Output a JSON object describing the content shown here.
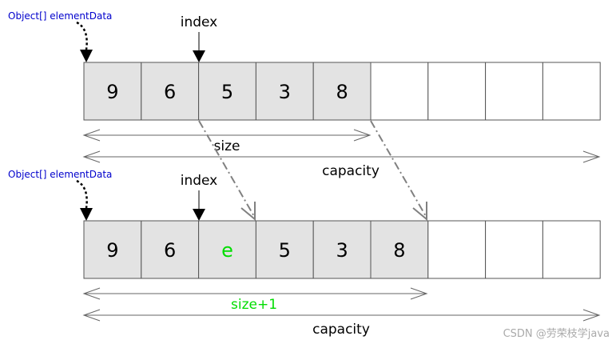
{
  "top_array": {
    "pointer_label": "Object[] elementData",
    "index_label": "index",
    "cells": [
      "9",
      "6",
      "5",
      "3",
      "8",
      "",
      "",
      "",
      ""
    ],
    "size_label": "size",
    "capacity_label": "capacity"
  },
  "bottom_array": {
    "pointer_label": "Object[] elementData",
    "index_label": "index",
    "cells": [
      "9",
      "6",
      "e",
      "5",
      "3",
      "8",
      "",
      "",
      ""
    ],
    "size_label": "size+1",
    "capacity_label": "capacity"
  },
  "watermark": "CSDN @劳荣枝学java",
  "colors": {
    "pointer_label": "#0000cc",
    "inserted_element": "#00dd00",
    "size_plus_one": "#00dd00",
    "filled_cell": "#e3e3e3",
    "cell_border": "#555555",
    "shift_arrow": "#808080",
    "watermark": "#aaaaaa"
  }
}
